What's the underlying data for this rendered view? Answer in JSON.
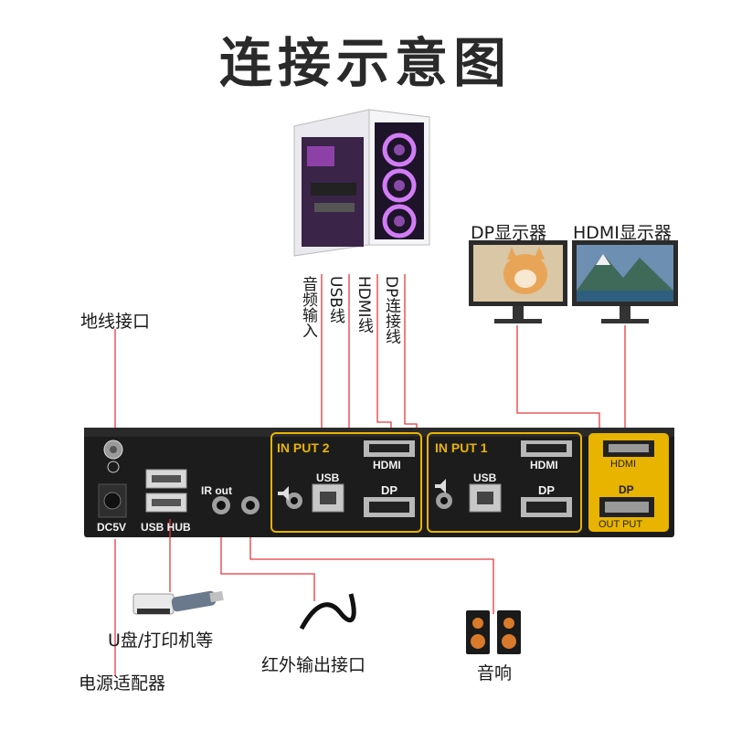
{
  "title": "连接示意图",
  "labels": {
    "ground_port": "地线接口",
    "usb_disk_printer": "U盘/打印机等",
    "ir_output_port": "红外输出接口",
    "speaker": "音响",
    "power_adapter": "电源适配器",
    "dp_monitor": "DP显示器",
    "hdmi_monitor": "HDMI显示器"
  },
  "cables": {
    "audio_in": "音频输入",
    "usb": "USB线",
    "hdmi": "HDMI线",
    "dp": "DP连接线"
  },
  "panel": {
    "input2": "IN PUT 2",
    "input1": "IN PUT 1",
    "usb": "USB",
    "hdmi": "HDMI",
    "dp": "DP",
    "ir_out": "IR out",
    "dc5v": "DC5V",
    "usb_hub": "USB HUB",
    "output": "OUT PUT"
  },
  "colors": {
    "cable_red": "#e8383d",
    "panel_black": "#1c1c1c",
    "accent_gold": "#e8b400"
  }
}
